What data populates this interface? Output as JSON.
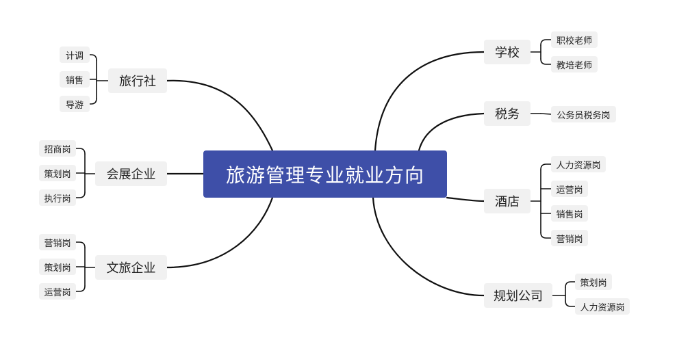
{
  "center": {
    "label": "旅游管理专业就业方向"
  },
  "left": [
    {
      "label": "旅行社",
      "children": [
        "计调",
        "销售",
        "导游"
      ]
    },
    {
      "label": "会展企业",
      "children": [
        "招商岗",
        "策划岗",
        "执行岗"
      ]
    },
    {
      "label": "文旅企业",
      "children": [
        "营销岗",
        "策划岗",
        "运营岗"
      ]
    }
  ],
  "right": [
    {
      "label": "学校",
      "children": [
        "职校老师",
        "教培老师"
      ]
    },
    {
      "label": "税务",
      "children": [
        "公务员税务岗"
      ]
    },
    {
      "label": "酒店",
      "children": [
        "人力资源岗",
        "运营岗",
        "销售岗",
        "营销岗"
      ]
    },
    {
      "label": "规划公司",
      "children": [
        "策划岗",
        "人力资源岗"
      ]
    }
  ],
  "colors": {
    "center_fill": "#3e4fa8",
    "node_fill": "#f1f1f1",
    "line": "#111111"
  }
}
